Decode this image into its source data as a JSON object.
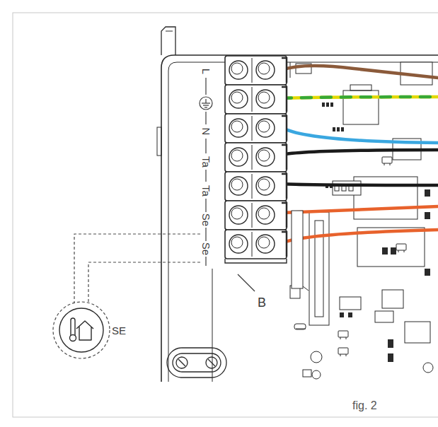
{
  "diagram": {
    "caption": "fig. 2",
    "nodes": [
      {
        "text": [
          "SE"
        ]
      }
    ],
    "labels": [
      "L",
      "N",
      "Ta",
      "Ta",
      "Se",
      "Se",
      "B"
    ]
  }
}
